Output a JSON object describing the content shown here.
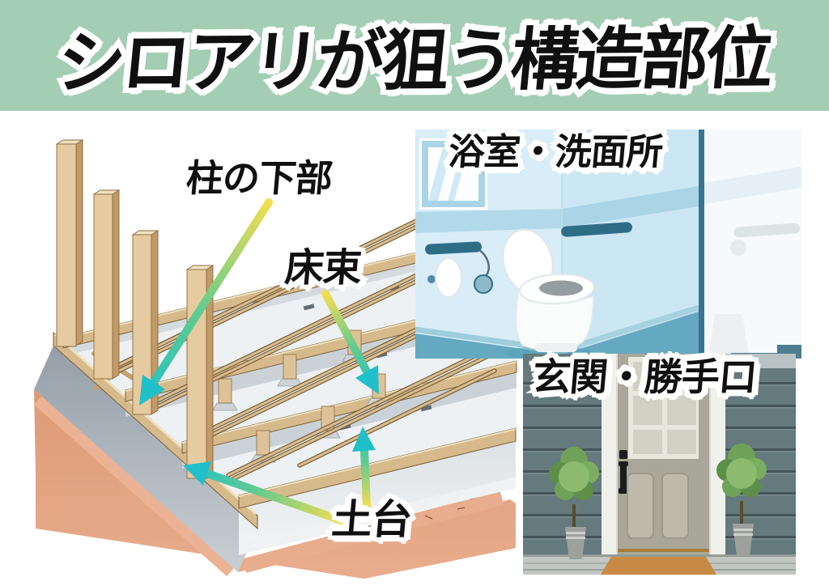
{
  "header": {
    "title": "シロアリが狙う構造部位"
  },
  "theme": {
    "header_bg": "#a3ceb4",
    "ink": "#101010",
    "arrow_start": "#f3dd52",
    "arrow_mid": "#5ecb90",
    "arrow_end": "#1fc0c9",
    "bath_wall": "#d8edf8",
    "bath_wall2": "#cbe7f4",
    "bath_floor": "#65a9c0",
    "bath_accent": "#2e6d86",
    "siding": "#647a7c",
    "door": "#a9a79a",
    "mat": "#c78a45"
  },
  "foundation_diagram": {
    "description": "isometric house foundation cutaway",
    "labels": [
      {
        "id": "pillar-lower",
        "text": "柱の下部"
      },
      {
        "id": "floor-post",
        "text": "床束"
      },
      {
        "id": "sill",
        "text": "土台"
      }
    ]
  },
  "bathroom_panel": {
    "label": "浴室・洗面所"
  },
  "entrance_panel": {
    "label": "玄関・勝手口"
  }
}
